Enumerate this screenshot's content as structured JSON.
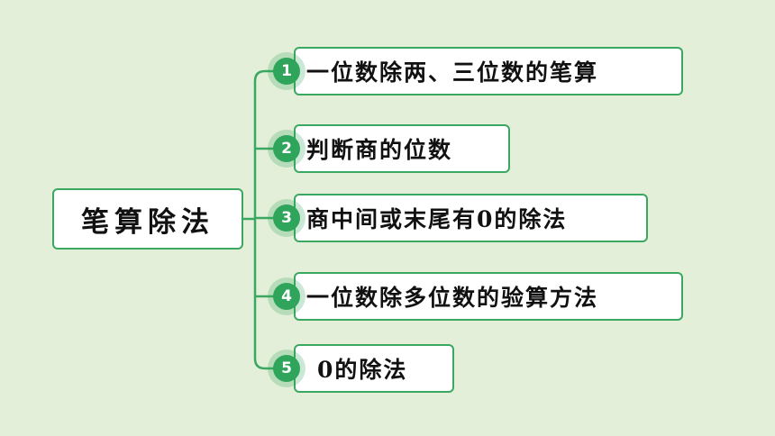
{
  "root": {
    "label": "笔算除法"
  },
  "topics": [
    {
      "number": "1",
      "label": "一位数除两、三位数的笔算"
    },
    {
      "number": "2",
      "label": "判断商的位数"
    },
    {
      "number": "3",
      "label": "商中间或末尾有0的除法"
    },
    {
      "number": "4",
      "label": "一位数除多位数的验算方法"
    },
    {
      "number": "5",
      "label": "0的除法"
    }
  ],
  "colors": {
    "background": "#e3efd8",
    "accent": "#3aa860",
    "badge": "#2fa45b",
    "box_fill": "#ffffff"
  }
}
